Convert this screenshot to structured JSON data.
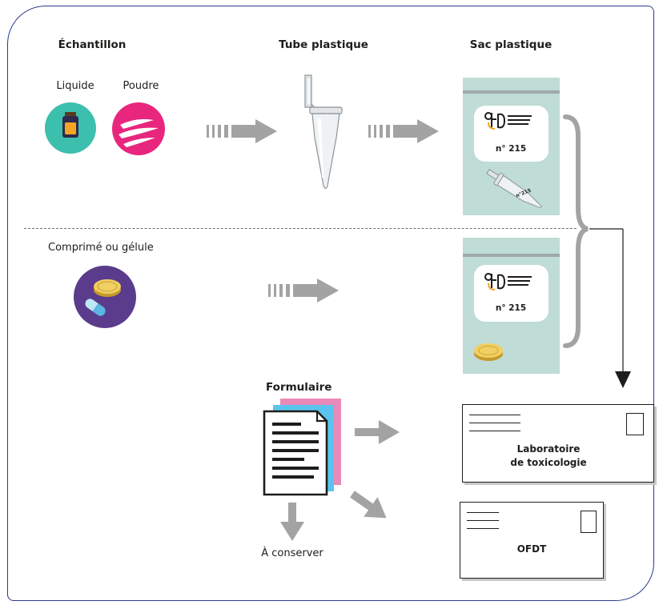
{
  "headers": {
    "sample": "Échantillon",
    "tube": "Tube plastique",
    "bag": "Sac plastique"
  },
  "samples": {
    "liquid": "Liquide",
    "powder": "Poudre",
    "tablet": "Comprimé ou gélule"
  },
  "bags": {
    "top_label": "n° 215",
    "bottom_label": "n° 215",
    "tube_label": "n°215"
  },
  "form": {
    "title": "Formulaire",
    "keep": "À conserver"
  },
  "envelopes": {
    "lab_line1": "Laboratoire",
    "lab_line2": "de toxicologie",
    "ofdt": "OFDT"
  },
  "colors": {
    "liquid_circle": "#3dbfad",
    "powder_circle": "#e8267e",
    "tablet_circle": "#5a3b8c",
    "bag": "#bfdcd6",
    "arrow": "#a3a3a3",
    "form_pink": "#ea8ab8",
    "form_blue": "#5bc4ee",
    "frame": "#2b3a8c"
  }
}
